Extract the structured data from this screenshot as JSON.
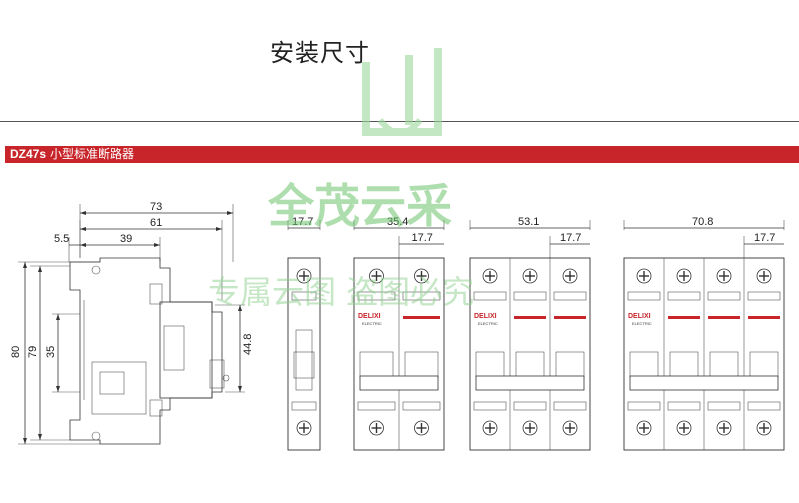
{
  "page": {
    "title": "安装尺寸"
  },
  "banner": {
    "model": "DZ47s",
    "description": "小型标准断路器"
  },
  "side_view": {
    "dims": {
      "overall_width": "73",
      "width_61": "61",
      "width_39": "39",
      "offset": "5.5",
      "height_80": "80",
      "height_79": "79",
      "height_35": "35",
      "height_44_8": "44.8"
    }
  },
  "front_views": [
    {
      "poles": 1,
      "width": "17.7"
    },
    {
      "poles": 2,
      "width": "35.4",
      "pole_width": "17.7"
    },
    {
      "poles": 3,
      "width": "53.1",
      "pole_width": "17.7"
    },
    {
      "poles": 4,
      "width": "70.8",
      "pole_width": "17.7"
    }
  ],
  "brand": {
    "logo": "DELIXI",
    "sub": "ELECTRIC"
  },
  "watermark": {
    "main": "全茂云采",
    "line": "专属云图 盗图必究"
  },
  "colors": {
    "banner": "#c8252b",
    "watermark": "#6cc46c",
    "brand": "#c8252b"
  }
}
